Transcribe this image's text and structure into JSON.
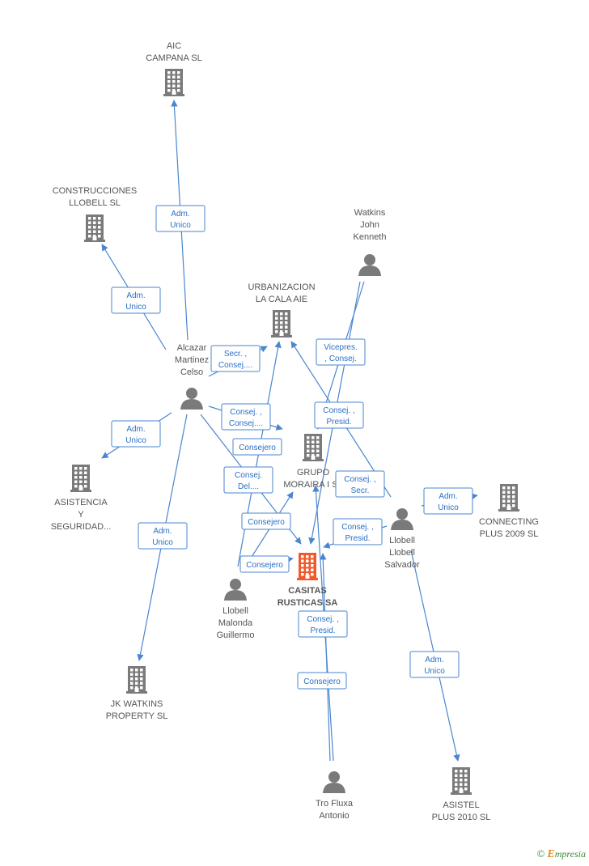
{
  "colors": {
    "edge": "#4a86d0",
    "node": "#7a7a7a",
    "main_node": "#f05a2a",
    "label": "#555555",
    "role_text": "#2a6fc4"
  },
  "nodes": [
    {
      "id": "aic",
      "type": "company",
      "lines": [
        "AIC",
        "CAMPANA SL"
      ]
    },
    {
      "id": "construcciones",
      "type": "company",
      "lines": [
        "CONSTRUCCIONES",
        "LLOBELL  SL"
      ]
    },
    {
      "id": "watkins",
      "type": "person",
      "lines": [
        "Watkins",
        "John",
        "Kenneth"
      ]
    },
    {
      "id": "urbanizacion",
      "type": "company",
      "lines": [
        "URBANIZACION",
        "LA CALA AIE"
      ]
    },
    {
      "id": "alcazar",
      "type": "person",
      "lines": [
        "Alcazar",
        "Martinez",
        "Celso"
      ]
    },
    {
      "id": "grupo",
      "type": "company",
      "lines": [
        "GRUPO",
        "MORAIRA I SL"
      ]
    },
    {
      "id": "asistencia",
      "type": "company",
      "lines": [
        "ASISTENCIA",
        "Y",
        "SEGURIDAD..."
      ]
    },
    {
      "id": "connecting",
      "type": "company",
      "lines": [
        "CONNECTING",
        "PLUS 2009 SL"
      ]
    },
    {
      "id": "llobell_s",
      "type": "person",
      "lines": [
        "Llobell",
        "Llobell",
        "Salvador"
      ]
    },
    {
      "id": "casitas",
      "type": "main",
      "lines": [
        "CASITAS",
        "RUSTICAS SA"
      ]
    },
    {
      "id": "llobell_g",
      "type": "person",
      "lines": [
        "Llobell",
        "Malonda",
        "Guillermo"
      ]
    },
    {
      "id": "jk",
      "type": "company",
      "lines": [
        "JK WATKINS",
        "PROPERTY SL"
      ]
    },
    {
      "id": "asistel",
      "type": "company",
      "lines": [
        "ASISTEL",
        "PLUS 2010 SL"
      ]
    },
    {
      "id": "tro",
      "type": "person",
      "lines": [
        "Tro Fluxa",
        "Antonio"
      ]
    }
  ],
  "edges": [
    {
      "from": "alcazar",
      "to": "aic",
      "lines": [
        "Adm.",
        "Unico"
      ]
    },
    {
      "from": "alcazar",
      "to": "construcciones",
      "lines": [
        "Adm.",
        "Unico"
      ]
    },
    {
      "from": "alcazar",
      "to": "urbanizacion",
      "lines": [
        "Secr. ,",
        "Consej...."
      ]
    },
    {
      "from": "alcazar",
      "to": "asistencia",
      "lines": [
        "Adm.",
        "Unico"
      ]
    },
    {
      "from": "alcazar",
      "to": "grupo",
      "lines": [
        "Consej. ,",
        "Consej...."
      ]
    },
    {
      "from": "alcazar",
      "to": "casitas",
      "lines": [
        "Consejero"
      ]
    },
    {
      "from": "alcazar",
      "to": "jk",
      "lines": [
        "Adm.",
        "Unico"
      ]
    },
    {
      "from": "watkins",
      "to": "grupo",
      "lines": [
        "Vicepres.",
        ", Consej."
      ]
    },
    {
      "from": "watkins",
      "to": "casitas",
      "lines": [
        "Consej. ,",
        "Presid."
      ]
    },
    {
      "from": "llobell_s",
      "to": "urbanizacion",
      "lines": [
        "Consej. ,",
        "Secr."
      ]
    },
    {
      "from": "llobell_s",
      "to": "connecting",
      "lines": [
        "Adm.",
        "Unico"
      ]
    },
    {
      "from": "llobell_s",
      "to": "casitas",
      "lines": [
        "Consej. ,",
        "Presid."
      ]
    },
    {
      "from": "llobell_s",
      "to": "asistel",
      "lines": [
        "Adm.",
        "Unico"
      ]
    },
    {
      "from": "llobell_g",
      "to": "urbanizacion",
      "lines": [
        "Consej.",
        "Del...."
      ]
    },
    {
      "from": "llobell_g",
      "to": "grupo",
      "lines": [
        "Consejero"
      ]
    },
    {
      "from": "llobell_g",
      "to": "casitas",
      "lines": [
        "Consejero"
      ]
    },
    {
      "from": "tro",
      "to": "casitas",
      "lines": [
        "Consej. ,",
        "Presid."
      ]
    },
    {
      "from": "tro",
      "to": "grupo",
      "lines": [
        "Consejero"
      ]
    }
  ],
  "brand": {
    "copyright": "©",
    "initial": "E",
    "rest": "mpresia"
  }
}
